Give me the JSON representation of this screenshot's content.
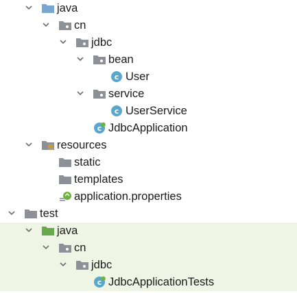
{
  "colors": {
    "folder_gray": "#8c9197",
    "source_root_blue": "#7aa7d0",
    "test_root_green": "#6aaa4e",
    "class_circle": "#5aa7cc",
    "spring_green": "#6db33f",
    "test_section_bg": "#eef5e4"
  },
  "tree": {
    "items": [
      {
        "label": "java",
        "icon": "source-root-folder-icon",
        "expanded": true
      },
      {
        "label": "cn",
        "icon": "package-folder-icon",
        "expanded": true
      },
      {
        "label": "jdbc",
        "icon": "package-folder-icon",
        "expanded": true
      },
      {
        "label": "bean",
        "icon": "package-folder-icon",
        "expanded": true
      },
      {
        "label": "User",
        "icon": "class-icon"
      },
      {
        "label": "service",
        "icon": "package-folder-icon",
        "expanded": true
      },
      {
        "label": "UserService",
        "icon": "class-icon"
      },
      {
        "label": "JdbcApplication",
        "icon": "spring-boot-class-icon"
      },
      {
        "label": "resources",
        "icon": "resources-root-folder-icon",
        "expanded": true
      },
      {
        "label": "static",
        "icon": "folder-icon"
      },
      {
        "label": "templates",
        "icon": "folder-icon"
      },
      {
        "label": "application.properties",
        "icon": "spring-properties-file-icon"
      },
      {
        "label": "test",
        "icon": "folder-icon",
        "expanded": true
      },
      {
        "label": "java",
        "icon": "test-root-folder-icon",
        "expanded": true
      },
      {
        "label": "cn",
        "icon": "package-folder-icon",
        "expanded": true
      },
      {
        "label": "jdbc",
        "icon": "package-folder-icon",
        "expanded": true
      },
      {
        "label": "JdbcApplicationTests",
        "icon": "spring-boot-test-class-icon"
      }
    ]
  }
}
